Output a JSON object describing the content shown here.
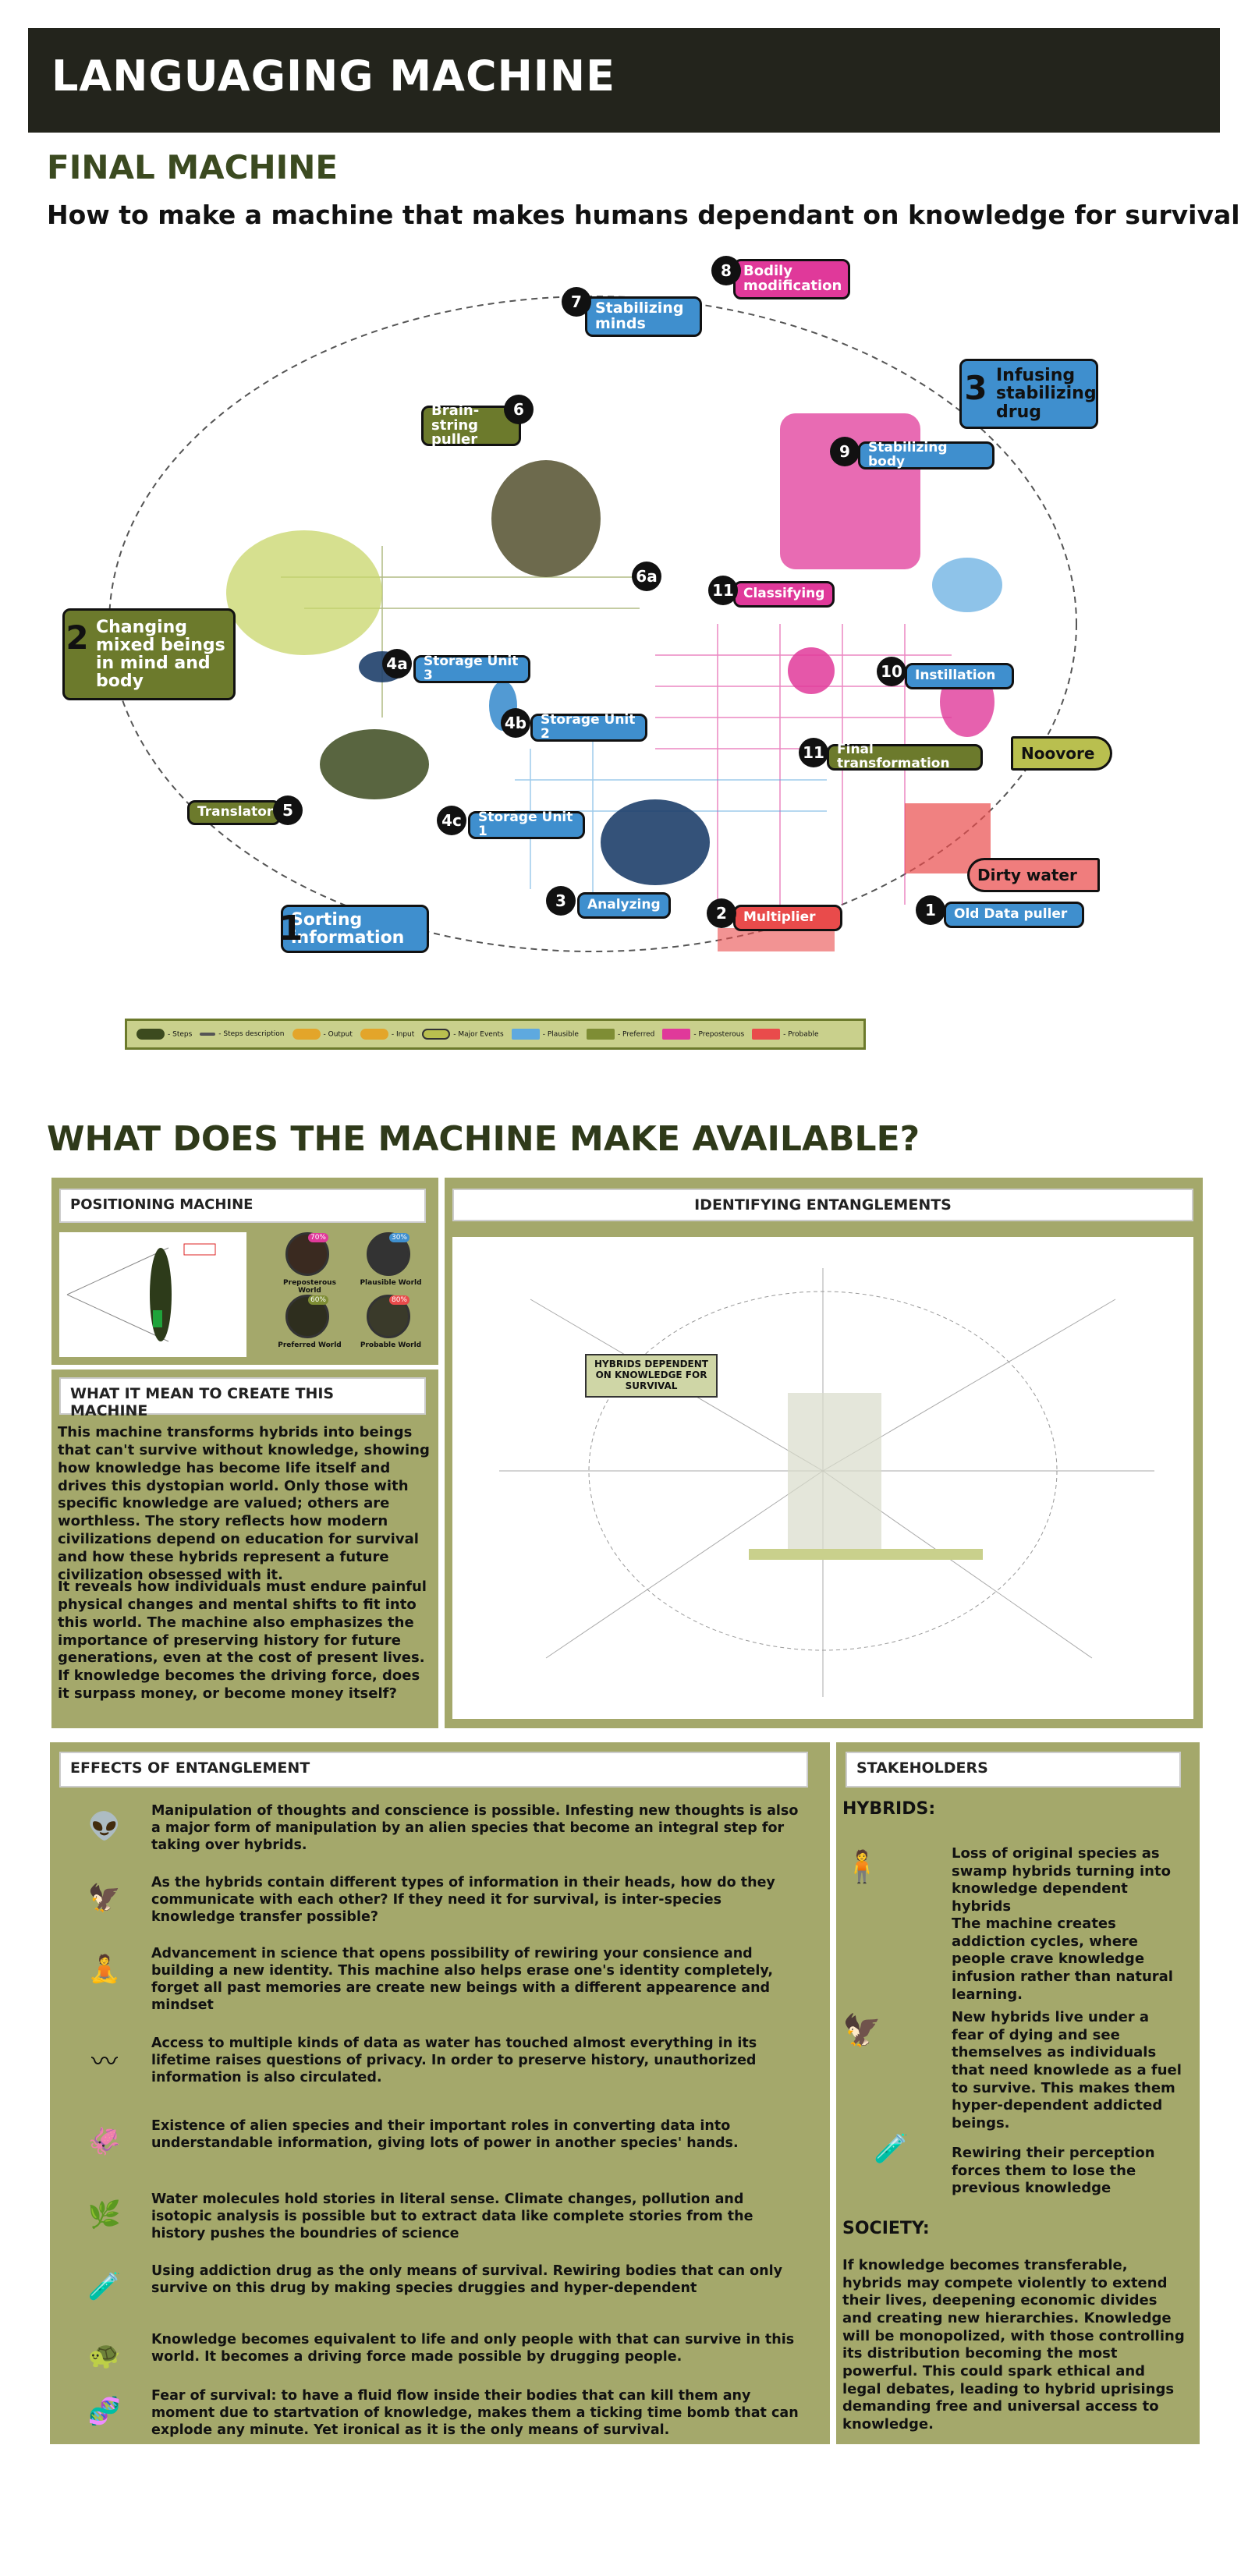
{
  "header": {
    "title": "LANGUAGING MACHINE"
  },
  "section1": {
    "heading": "FINAL MACHINE",
    "subtitle": "How to make a machine that makes humans dependant on knowledge for survival"
  },
  "nodes": [
    {
      "num": "1",
      "label": "Sorting information",
      "color": "blue"
    },
    {
      "num": "2",
      "label": "Changing mixed beings in mind and body",
      "color": "olive"
    },
    {
      "num": "3",
      "label": "Infusing stabilizing drug",
      "color": "blue"
    },
    {
      "num": "4a",
      "label": "Storage Unit 3",
      "color": "blue"
    },
    {
      "num": "4b",
      "label": "Storage Unit 2",
      "color": "blue"
    },
    {
      "num": "4c",
      "label": "Storage Unit 1",
      "color": "blue"
    },
    {
      "num": "5",
      "label": "Translator",
      "color": "olive"
    },
    {
      "num": "6",
      "label": "Brain-string puller",
      "color": "olive"
    },
    {
      "num": "6a",
      "label": "",
      "color": "pink"
    },
    {
      "num": "7",
      "label": "Stabilizing minds",
      "color": "blue"
    },
    {
      "num": "8",
      "label": "Bodily modification",
      "color": "pink"
    },
    {
      "num": "9",
      "label": "Stabilizing body",
      "color": "blue"
    },
    {
      "num": "10",
      "label": "Instillation",
      "color": "blue"
    },
    {
      "num": "11",
      "label": "Classifying",
      "color": "pink"
    },
    {
      "num": "11",
      "label": "Final transformation",
      "color": "olive"
    },
    {
      "num": "3",
      "label": "Analyzing",
      "color": "blue"
    },
    {
      "num": "2",
      "label": "Multiplier",
      "color": "red"
    },
    {
      "num": "1",
      "label": "Old Data puller",
      "color": "blue"
    },
    {
      "num": "",
      "label": "Noovore",
      "color": "olive"
    },
    {
      "num": "",
      "label": "Dirty water",
      "color": "red"
    }
  ],
  "legend": {
    "items": [
      "- Steps",
      "- Steps description",
      "- Output",
      "- Input",
      "- Major Events",
      "- Plausible",
      "- Preferred",
      "- Preposterous",
      "- Probable"
    ],
    "colors": {
      "plausible": "#5ea9df",
      "preferred": "#7e8d34",
      "preposterous": "#e0399a",
      "probable": "#e94b4b"
    }
  },
  "section2": {
    "heading": "WHAT DOES THE MACHINE MAKE AVAILABLE?"
  },
  "positioning": {
    "title": "POSITIONING MACHINE",
    "worlds": [
      "Preposterous World",
      "Plausible World",
      "Preferred World",
      "Probable World"
    ],
    "percents": [
      "70%",
      "30%",
      "60%",
      "80%"
    ]
  },
  "identifying": {
    "title": "IDENTIFYING ENTANGLEMENTS",
    "center": "HYBRIDS DEPENDENT ON KNOWLEDGE FOR SURVIVAL"
  },
  "meaning": {
    "title": "WHAT IT MEAN TO CREATE THIS MACHINE",
    "p1": "This machine transforms hybrids into beings that can't survive without knowledge, showing how knowledge has become life itself and drives this dystopian world. Only those with specific knowledge are valued; others are worthless. The story reflects how modern civilizations depend on education for survival and how these hybrids represent a future civilization obsessed with it.",
    "p2": "It reveals how individuals must endure painful physical changes and mental shifts to fit into this world. The machine also emphasizes the importance of preserving history for future generations, even at the cost of present lives. If knowledge becomes the driving force, does it surpass money, or become money itself?"
  },
  "effects": {
    "title": "EFFECTS OF ENTANGLEMENT",
    "items": [
      "Manipulation of thoughts and conscience is possible. Infesting new thoughts is also a major form of manipulation by an alien species that become an integral step for taking over hybrids.",
      "As the hybrids contain different types of information in their heads, how do they communicate with each other? If they need it for survival, is inter-species knowledge transfer possible?",
      "Advancement in science that opens possibility of  rewiring your consience and building a new identity. This machine also helps erase one's identity completely, forget all past memories are create new beings with a different appearence and mindset",
      "Access to multiple kinds of data as water has touched almost everything in its lifetime raises questions of privacy. In order to preserve history, unauthorized information is also circulated.",
      "Existence of alien species and their important roles in converting data into understandable information, giving lots of power in another species' hands.",
      "Water molecules hold stories in literal sense. Climate changes, pollution and isotopic analysis is possible but to extract data like complete stories from the history pushes the boundries of science",
      "Using addiction drug as the only means of survival. Rewiring bodies that can only survive on this drug by making species druggies and hyper-dependent",
      "Knowledge becomes equivalent to life and only people with that can survive in this world. It becomes a driving force made possible by drugging people.",
      "Fear of survival: to have a fluid flow inside their bodies that can kill them any moment due to startvation of knowledge, makes them a ticking time bomb that can explode any minute. Yet ironical as it is the only means of survival."
    ]
  },
  "stakeholders": {
    "title": "STAKEHOLDERS",
    "hybrids_label": "HYBRIDS:",
    "h1": "Loss of original species as swamp hybrids turning into knowledge dependent hybrids",
    "h2": "The machine creates addiction cycles, where people crave knowledge infusion rather than natural learning.",
    "h3": "New hybrids live under a fear of dying and see themselves as individuals that need knowlede as a fuel to survive. This makes them hyper-dependent addicted beings.",
    "h4": "Rewiring their perception forces them to lose the previous knowledge",
    "society_label": "SOCIETY:",
    "society": "If knowledge becomes transferable, hybrids may compete violently to extend their lives, deepening economic divides and creating new hierarchies. Knowledge will be monopolized, with those controlling its distribution becoming the most powerful. This could spark ethical and legal debates, leading to hybrid uprisings demanding free and universal access to knowledge."
  }
}
